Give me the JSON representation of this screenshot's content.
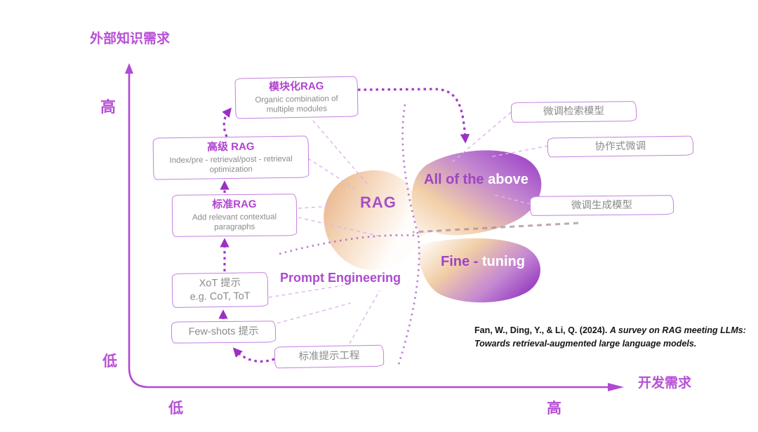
{
  "axes": {
    "y_title": "外部知识需求",
    "x_title": "开发需求",
    "y_high": "高",
    "y_low": "低",
    "x_low": "低",
    "x_high": "高",
    "axis_color": "#b149d3"
  },
  "boxes": {
    "modular_rag": {
      "title": "模块化RAG",
      "subtitle": "Organic combination of multiple modules"
    },
    "advanced_rag": {
      "title": "高级 RAG",
      "subtitle": "Index/pre - retrieval/post - retrieval optimization"
    },
    "standard_rag": {
      "title": "标准RAG",
      "subtitle": "Add relevant contextual paragraphs"
    },
    "xot_prompt": {
      "line1": "XoT 提示",
      "line2": "e.g. CoT, ToT"
    },
    "few_shots": {
      "label": "Few-shots 提示"
    },
    "standard_prompt": {
      "label": "标准提示工程"
    },
    "finetune_retriever": {
      "label": "微调检索模型"
    },
    "collaborative_finetune": {
      "label": "协作式微调"
    },
    "finetune_generator": {
      "label": "微调生成模型"
    }
  },
  "petals": {
    "rag_label": "RAG",
    "all_label_purple": "All of the ",
    "all_label_white": "above",
    "fine_label_purple": "Fine - ",
    "fine_label_white": "tuning",
    "prompt_engineering_label": "Prompt Engineering"
  },
  "citation": {
    "authors": "Fan, W., Ding, Y., & Li, Q. (2024). ",
    "title": "A survey on RAG meeting LLMs: Towards retrieval-augmented large language models."
  },
  "colors": {
    "purple_text": "#ab46d0",
    "box_border": "#c47fe0",
    "gray_text": "#8b8b8b",
    "petal_purple": "#a24cc8",
    "petal_peach": "#eec29c",
    "citation_text": "#141414"
  }
}
